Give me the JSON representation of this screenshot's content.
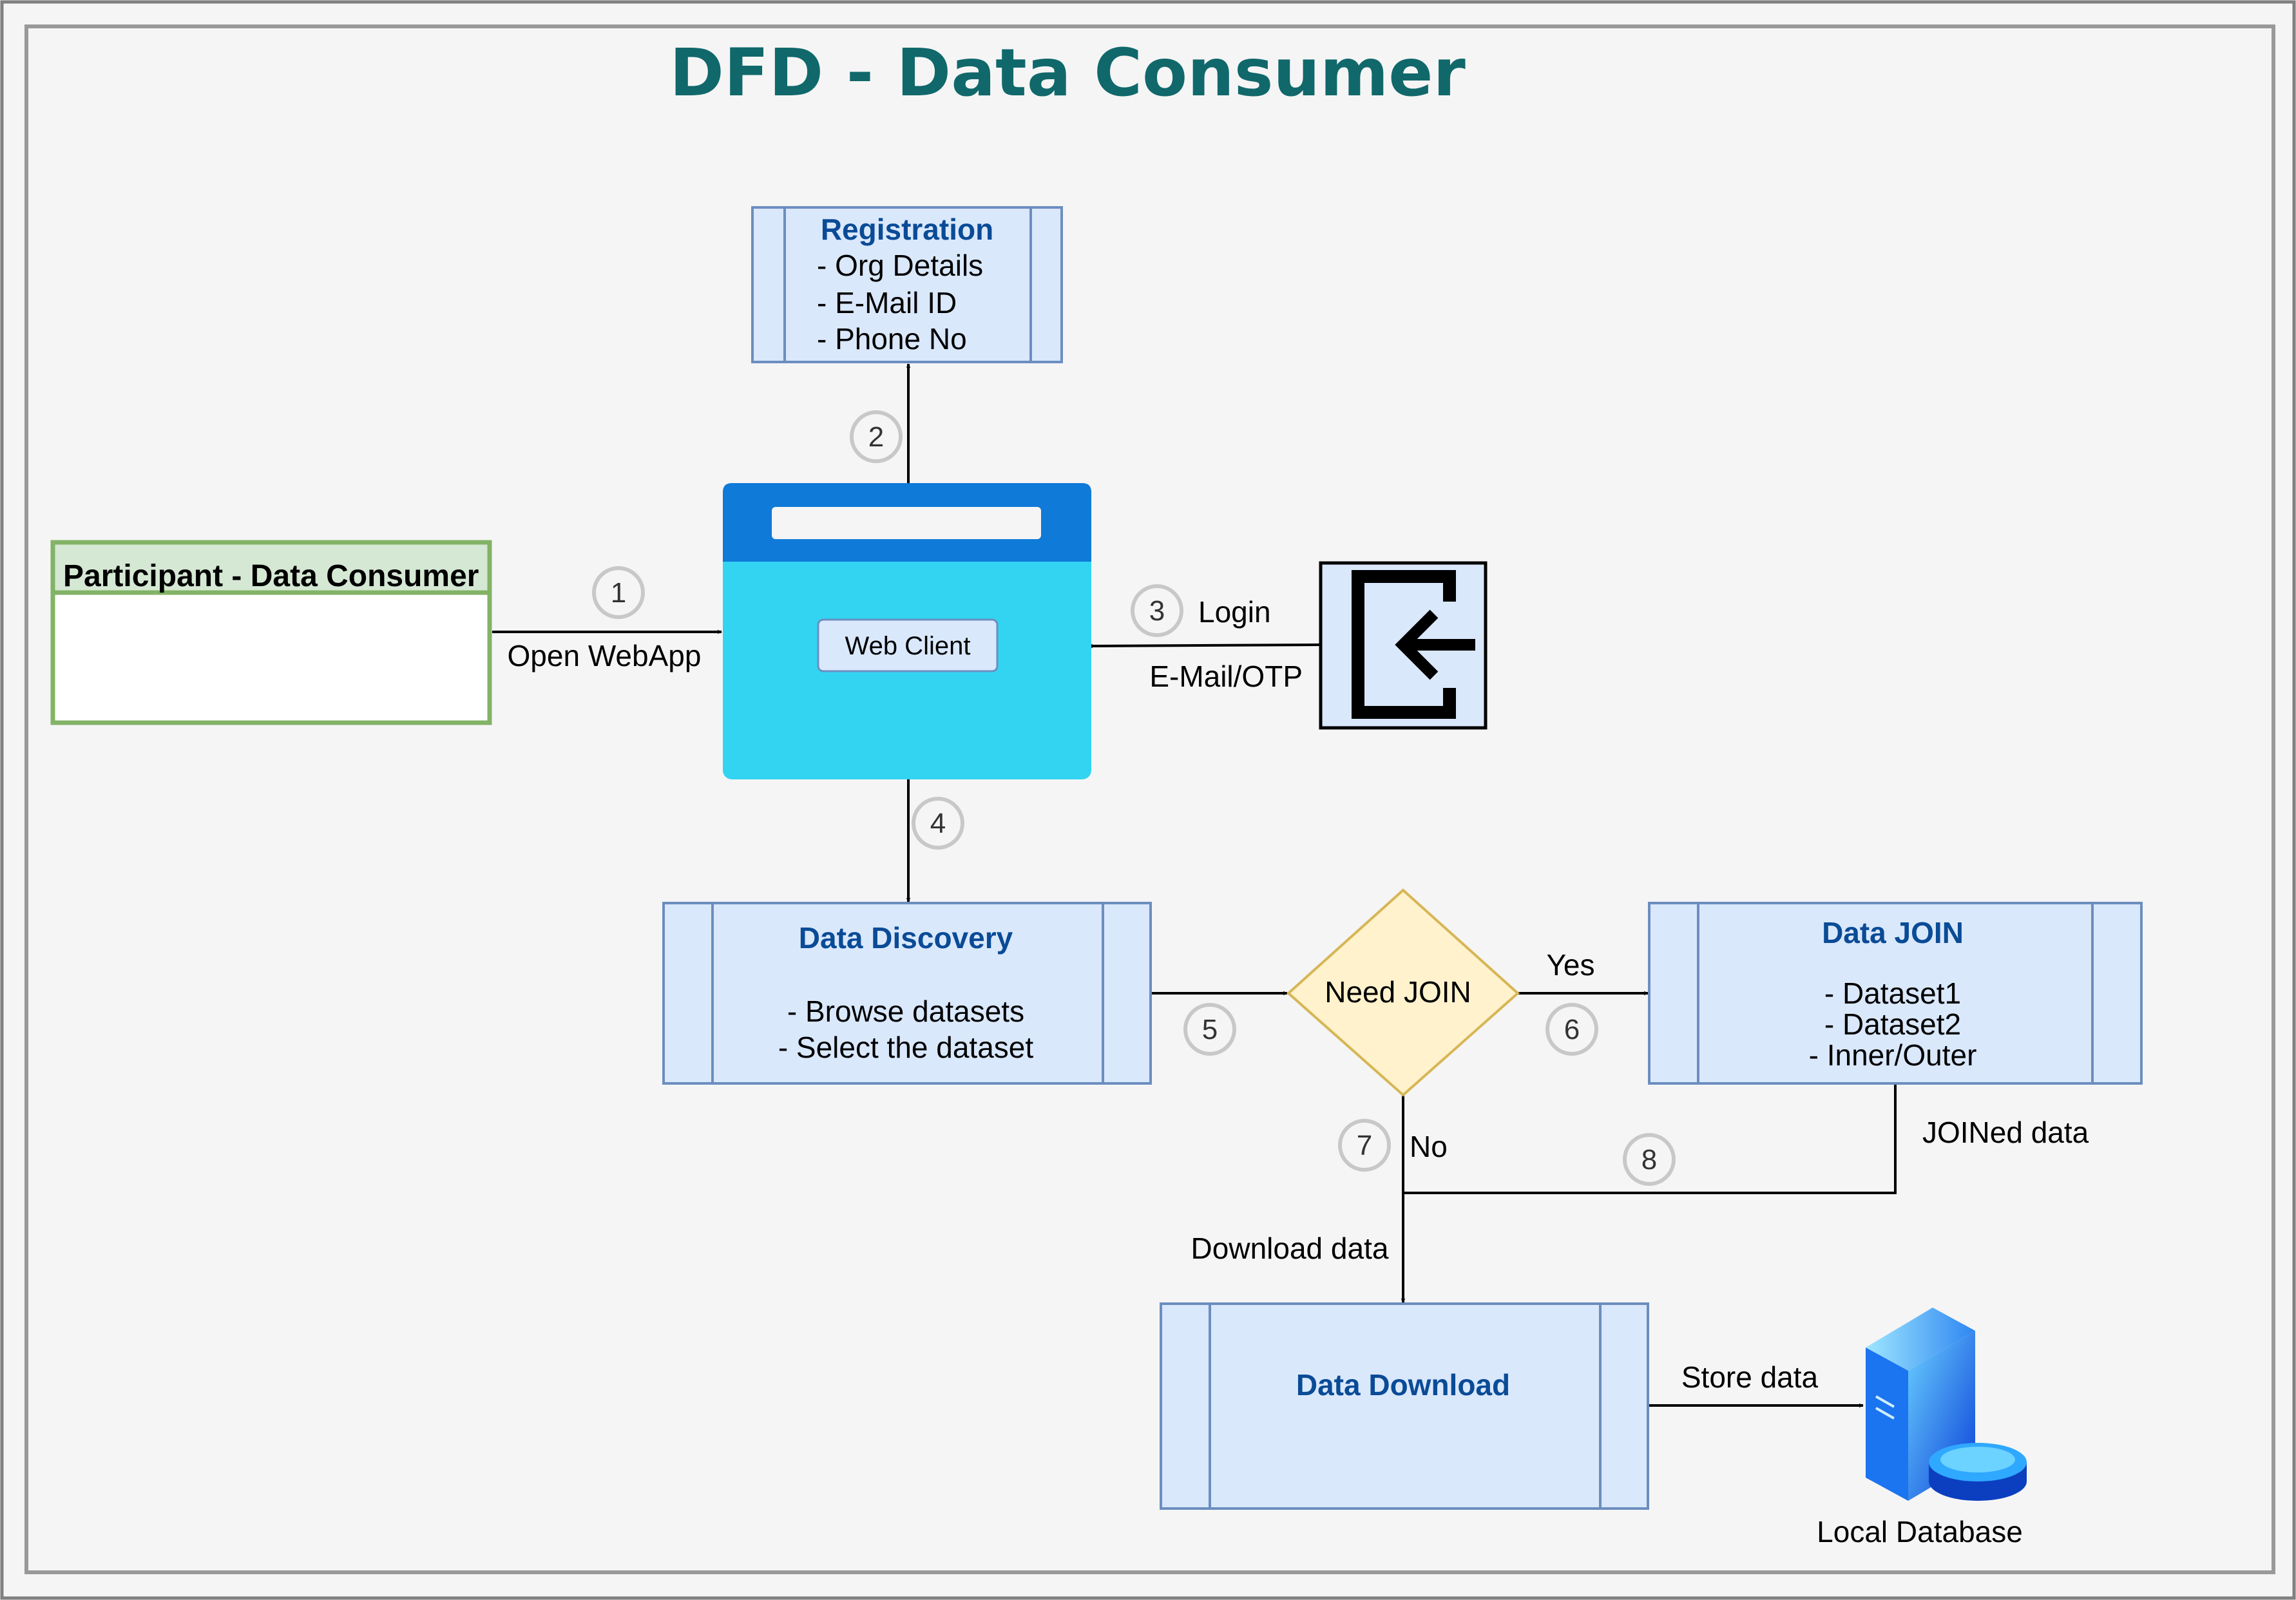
{
  "title": "DFD - Data Consumer",
  "participant": {
    "header": "Participant - Data Consumer"
  },
  "web_client": {
    "label": "Web Client"
  },
  "registration": {
    "title": "Registration",
    "items": [
      "- Org Details",
      "- E-Mail ID",
      "- Phone No"
    ]
  },
  "login": {
    "icon": "login-icon",
    "label": "Login",
    "sublabel": "E-Mail/OTP"
  },
  "data_discovery": {
    "title": "Data Discovery",
    "items": [
      "- Browse datasets",
      "- Select the dataset"
    ]
  },
  "decision": {
    "label": "Need JOIN",
    "yes": "Yes",
    "no": "No"
  },
  "data_join": {
    "title": "Data JOIN",
    "items": [
      "- Dataset1",
      "- Dataset2",
      "- Inner/Outer"
    ]
  },
  "data_download": {
    "title": "Data Download"
  },
  "local_db": {
    "icon": "database-server-icon",
    "label": "Local Database"
  },
  "edges": {
    "open_webapp": "Open WebApp",
    "joined_data": "JOINed data",
    "download_data": "Download data",
    "store_data": "Store data"
  },
  "steps": [
    "1",
    "2",
    "3",
    "4",
    "5",
    "6",
    "7",
    "8"
  ],
  "colors": {
    "title": "#10686b",
    "process_fill": "#dae8fc",
    "process_stroke": "#6c8ebf",
    "process_title": "#0a4b96",
    "decision_fill": "#fff2cc",
    "decision_stroke": "#d6b656",
    "participant_header": "#d5e8d4",
    "participant_stroke": "#82b366",
    "webclient_top": "#0f7ad8",
    "webclient_body": "#32d4f2"
  }
}
